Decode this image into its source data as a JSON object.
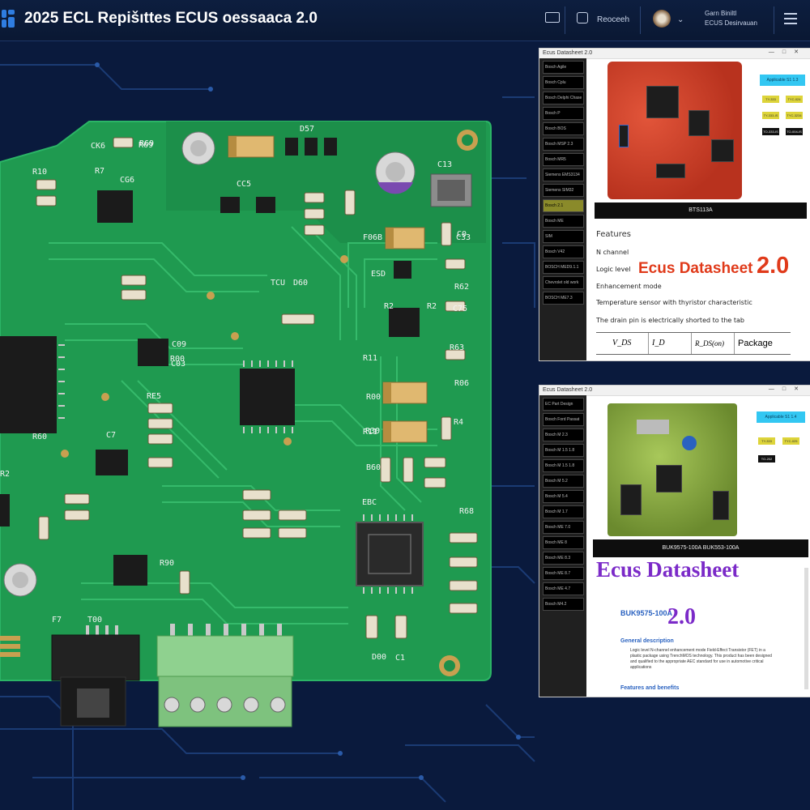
{
  "header": {
    "title": "2025 ECL Repišıttes ECUS oessaaca 2.0",
    "account_button": "Reoceeh",
    "profile_line1": "Garn Biniltl",
    "profile_line2": "ECUS Desirvauan"
  },
  "window1": {
    "title": "Ecus Datasheet 2.0",
    "sidebar_items": [
      "Bosch Agile",
      "Bosch Cplu",
      "Bosch Delphi Chase",
      "Bosch P",
      "Bosch BOS",
      "Bosch MSP 2.3",
      "Bosch MR5",
      "Siemens EMS3134",
      "Siemens SIM32",
      "Bosch 2.1",
      "Bosch ME",
      "SIM",
      "Bosch V42",
      "BOSCH MED9.1.1",
      "Chevrolet old work",
      "BOSCH ME7.3"
    ],
    "selected_index": 9,
    "cyan_label": "Applicable S1 1.3",
    "yellow_tags": [
      "TY-333",
      "TYC-024",
      "TY-333-IS",
      "TYC-3234"
    ],
    "black_tags": [
      "TO-333-IS",
      "TO-004-IS"
    ],
    "part_bar": "BTS113A",
    "features_heading": "Features",
    "feature_lines": [
      "N channel",
      "Logic level",
      "Enhancement mode",
      "Temperature sensor with thyristor characteristic",
      "The drain pin is electrically shorted to the tab"
    ],
    "overlay_title": "Ecus Datasheet",
    "overlay_version": "2.0",
    "table_headers": [
      "V_DS",
      "I_D",
      "R_DS(on)",
      "Package"
    ]
  },
  "window2": {
    "title": "Ecus Datasheet 2.0",
    "sidebar_items": [
      "EC Part Design",
      "Bosch Ford Passat",
      "Bosch M 2.3",
      "Bosch M 1.5 1.8",
      "Bosch M 1.5 1.8",
      "Bosch M 5.2",
      "Bosch M 5.4",
      "Bosch M 1.7",
      "Bosch ME 7.0",
      "Bosch ME 8",
      "Bosch ME 8.3",
      "Bosch ME 8.7",
      "Bosch ME 4.7",
      "Bosch M4.2"
    ],
    "cyan_label": "Applicable S1 1.4",
    "yellow_tags": [
      "TY-333",
      "TYC-025"
    ],
    "black_tags": [
      "TO-202"
    ],
    "part_bar": "BUK9575-100A   BUK553-100A",
    "overlay_title": "Ecus Datasheet",
    "part_name": "BUK9575-100A",
    "overlay_version": "2.0",
    "general_heading": "General description",
    "general_text": "Logic level N-channel enhancement mode Field-Effect Transistor (FET) in a plastic package using TrenchMOS technology. This product has been designed and qualified to the appropriate AEC standard for use in automotive critical applications",
    "features_heading": "Features and benefits"
  },
  "pcb_labels": [
    "CK6",
    "R69",
    "R7",
    "CG6",
    "R10",
    "D57",
    "CC5",
    "C13",
    "TCU",
    "D60",
    "R62",
    "R63",
    "C33",
    "ESD",
    "R90",
    "C09",
    "R00",
    "RE5",
    "R2",
    "R06",
    "C75",
    "B60",
    "R68",
    "R2",
    "F06B",
    "R4",
    "R69",
    "R00",
    "EBC",
    "R11",
    "R11",
    "C7",
    "F7",
    "T00",
    "C1",
    "D00",
    "C03",
    "R60",
    "C0",
    "R30",
    "R2"
  ],
  "colors": {
    "background": "#0a1a3d",
    "pcb": "#1f9a50",
    "accent_red_text": "#e03a1a",
    "accent_purple_text": "#7b2ac8",
    "cyan_label": "#33c7f2"
  }
}
